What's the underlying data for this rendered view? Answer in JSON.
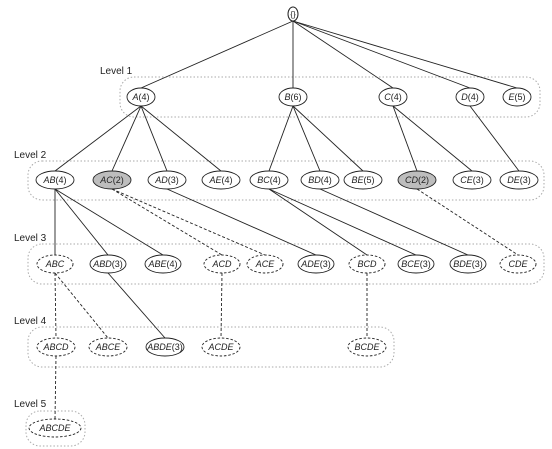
{
  "levels": [
    "Level 1",
    "Level 2",
    "Level 3",
    "Level 4",
    "Level 5"
  ],
  "root": {
    "id": "root",
    "label": "{}"
  },
  "nodes": [
    {
      "id": "A",
      "name": "A",
      "count": "4",
      "level": 1,
      "style": "solid"
    },
    {
      "id": "B",
      "name": "B",
      "count": "6",
      "level": 1,
      "style": "solid"
    },
    {
      "id": "C",
      "name": "C",
      "count": "4",
      "level": 1,
      "style": "solid"
    },
    {
      "id": "D",
      "name": "D",
      "count": "4",
      "level": 1,
      "style": "solid"
    },
    {
      "id": "E",
      "name": "E",
      "count": "5",
      "level": 1,
      "style": "solid"
    },
    {
      "id": "AB",
      "name": "AB",
      "count": "4",
      "level": 2,
      "style": "solid"
    },
    {
      "id": "AC",
      "name": "AC",
      "count": "2",
      "level": 2,
      "style": "grey"
    },
    {
      "id": "AD",
      "name": "AD",
      "count": "3",
      "level": 2,
      "style": "solid"
    },
    {
      "id": "AE",
      "name": "AE",
      "count": "4",
      "level": 2,
      "style": "solid"
    },
    {
      "id": "BC",
      "name": "BC",
      "count": "4",
      "level": 2,
      "style": "solid"
    },
    {
      "id": "BD",
      "name": "BD",
      "count": "4",
      "level": 2,
      "style": "solid"
    },
    {
      "id": "BE",
      "name": "BE",
      "count": "5",
      "level": 2,
      "style": "solid"
    },
    {
      "id": "CD",
      "name": "CD",
      "count": "2",
      "level": 2,
      "style": "grey"
    },
    {
      "id": "CE",
      "name": "CE",
      "count": "3",
      "level": 2,
      "style": "solid"
    },
    {
      "id": "DE",
      "name": "DE",
      "count": "3",
      "level": 2,
      "style": "solid"
    },
    {
      "id": "ABC",
      "name": "ABC",
      "count": "",
      "level": 3,
      "style": "dashed"
    },
    {
      "id": "ABD",
      "name": "ABD",
      "count": "3",
      "level": 3,
      "style": "solid"
    },
    {
      "id": "ABE",
      "name": "ABE",
      "count": "4",
      "level": 3,
      "style": "solid"
    },
    {
      "id": "ACD",
      "name": "ACD",
      "count": "",
      "level": 3,
      "style": "dashed"
    },
    {
      "id": "ACE",
      "name": "ACE",
      "count": "",
      "level": 3,
      "style": "dashed"
    },
    {
      "id": "ADE",
      "name": "ADE",
      "count": "3",
      "level": 3,
      "style": "solid"
    },
    {
      "id": "BCD",
      "name": "BCD",
      "count": "",
      "level": 3,
      "style": "dashed"
    },
    {
      "id": "BCE",
      "name": "BCE",
      "count": "3",
      "level": 3,
      "style": "solid"
    },
    {
      "id": "BDE",
      "name": "BDE",
      "count": "3",
      "level": 3,
      "style": "solid"
    },
    {
      "id": "CDE",
      "name": "CDE",
      "count": "",
      "level": 3,
      "style": "dashed"
    },
    {
      "id": "ABCD",
      "name": "ABCD",
      "count": "",
      "level": 4,
      "style": "dashed"
    },
    {
      "id": "ABCE",
      "name": "ABCE",
      "count": "",
      "level": 4,
      "style": "dashed"
    },
    {
      "id": "ABDE",
      "name": "ABDE",
      "count": "3",
      "level": 4,
      "style": "solid"
    },
    {
      "id": "ACDE",
      "name": "ACDE",
      "count": "",
      "level": 4,
      "style": "dashed"
    },
    {
      "id": "BCDE",
      "name": "BCDE",
      "count": "",
      "level": 4,
      "style": "dashed"
    },
    {
      "id": "ABCDE",
      "name": "ABCDE",
      "count": "",
      "level": 5,
      "style": "dashed"
    }
  ],
  "edges": [
    {
      "from": "root",
      "to": "A",
      "style": "solid"
    },
    {
      "from": "root",
      "to": "B",
      "style": "solid"
    },
    {
      "from": "root",
      "to": "C",
      "style": "solid"
    },
    {
      "from": "root",
      "to": "D",
      "style": "solid"
    },
    {
      "from": "root",
      "to": "E",
      "style": "solid"
    },
    {
      "from": "A",
      "to": "AB",
      "style": "solid"
    },
    {
      "from": "A",
      "to": "AC",
      "style": "solid"
    },
    {
      "from": "A",
      "to": "AD",
      "style": "solid"
    },
    {
      "from": "A",
      "to": "AE",
      "style": "solid"
    },
    {
      "from": "B",
      "to": "BC",
      "style": "solid"
    },
    {
      "from": "B",
      "to": "BD",
      "style": "solid"
    },
    {
      "from": "B",
      "to": "BE",
      "style": "solid"
    },
    {
      "from": "C",
      "to": "CD",
      "style": "solid"
    },
    {
      "from": "C",
      "to": "CE",
      "style": "solid"
    },
    {
      "from": "D",
      "to": "DE",
      "style": "solid"
    },
    {
      "from": "AB",
      "to": "ABC",
      "style": "solid"
    },
    {
      "from": "AB",
      "to": "ABD",
      "style": "solid"
    },
    {
      "from": "AB",
      "to": "ABE",
      "style": "solid"
    },
    {
      "from": "AC",
      "to": "ACD",
      "style": "dashed"
    },
    {
      "from": "AC",
      "to": "ACE",
      "style": "dashed"
    },
    {
      "from": "AD",
      "to": "ADE",
      "style": "solid"
    },
    {
      "from": "BC",
      "to": "BCD",
      "style": "solid"
    },
    {
      "from": "BC",
      "to": "BCE",
      "style": "solid"
    },
    {
      "from": "BD",
      "to": "BDE",
      "style": "solid"
    },
    {
      "from": "CD",
      "to": "CDE",
      "style": "dashed"
    },
    {
      "from": "ABC",
      "to": "ABCD",
      "style": "dashed"
    },
    {
      "from": "ABC",
      "to": "ABCE",
      "style": "dashed"
    },
    {
      "from": "ABD",
      "to": "ABDE",
      "style": "solid"
    },
    {
      "from": "ACD",
      "to": "ACDE",
      "style": "dashed"
    },
    {
      "from": "BCD",
      "to": "BCDE",
      "style": "dashed"
    },
    {
      "from": "ABCD",
      "to": "ABCDE",
      "style": "dashed"
    }
  ],
  "colors": {
    "grey_fill": "#bdbdbd",
    "stroke": "#222222",
    "group_border": "#aaaaaa"
  }
}
